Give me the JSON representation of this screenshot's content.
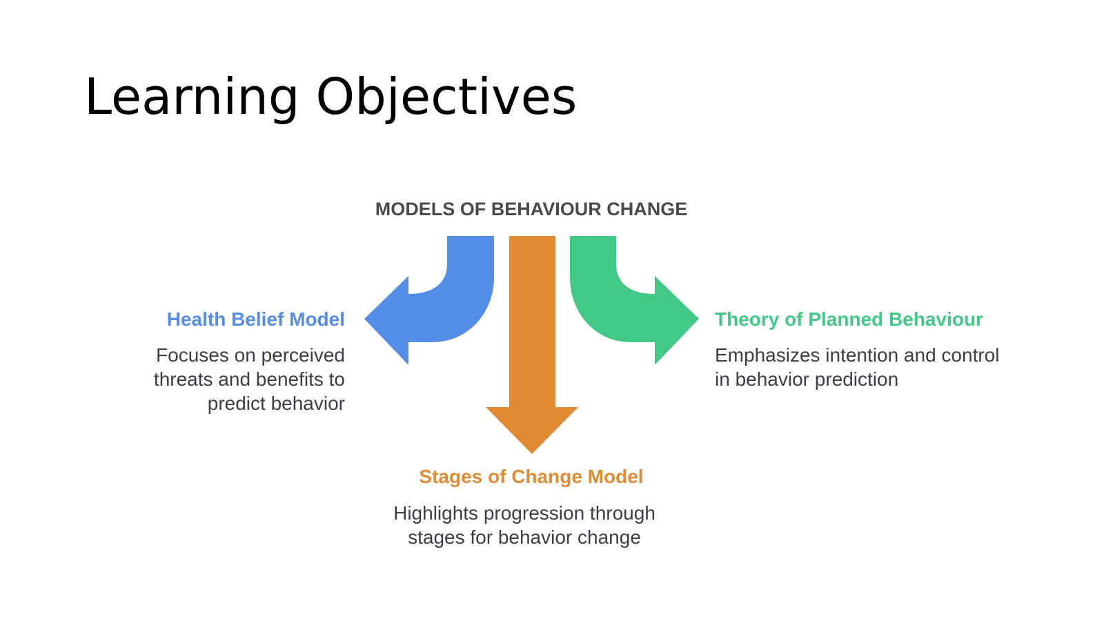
{
  "slide": {
    "title": "Learning Objectives"
  },
  "diagram": {
    "heading": "MODELS OF BEHAVIOUR CHANGE",
    "models": [
      {
        "title": "Health Belief Model",
        "description": "Focuses on perceived threats and benefits to predict behavior",
        "color": "#548DE8",
        "icon": "curved-arrow-left"
      },
      {
        "title": "Stages of Change Model",
        "description": "Highlights progression through stages for behavior change",
        "color": "#E08A34",
        "icon": "arrow-down"
      },
      {
        "title": "Theory of Planned Behaviour",
        "description": "Emphasizes intention and control in behavior prediction",
        "color": "#41C985",
        "icon": "curved-arrow-right"
      }
    ]
  }
}
